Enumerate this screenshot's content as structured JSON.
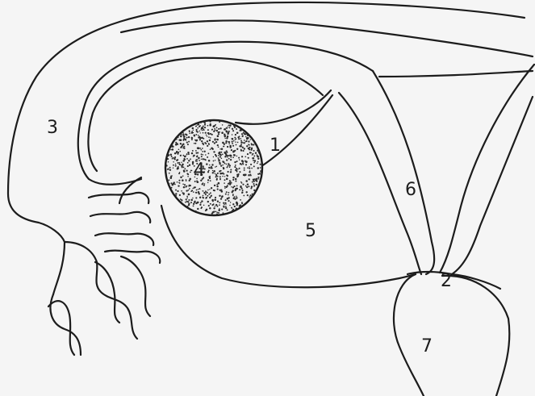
{
  "diagram": {
    "labels": {
      "l1": "1",
      "l2": "2",
      "l3": "3",
      "l4": "4",
      "l5": "5",
      "l6": "6",
      "l7": "7"
    },
    "colors": {
      "line": "#1c1c1c",
      "paper": "#f5f5f5",
      "stipple": "#2a2a2a"
    }
  }
}
